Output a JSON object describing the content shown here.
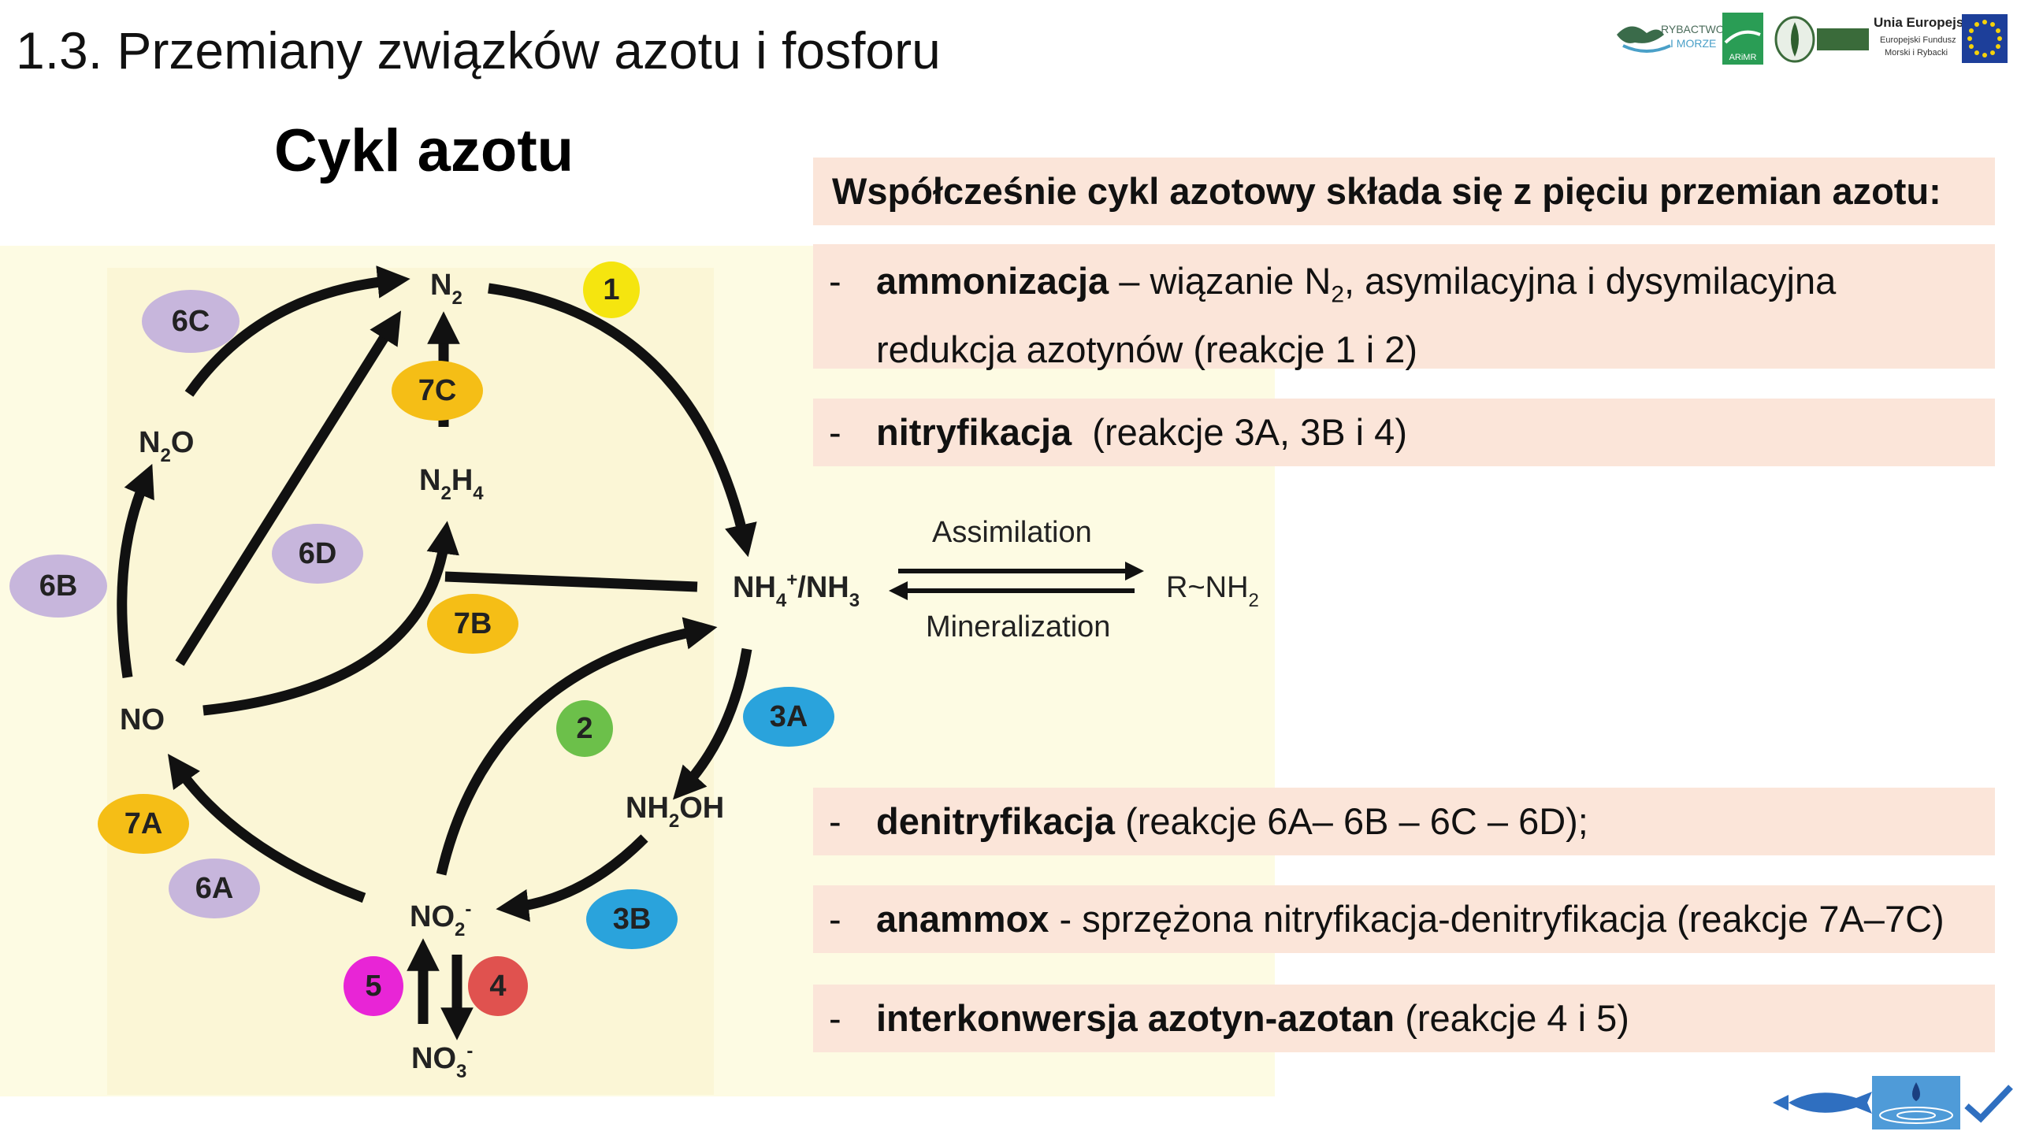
{
  "slide_title": "1.3. Przemiany związków azotu i fosforu",
  "diagram_title": "Cykl azotu",
  "header_text": "Współcześnie cykl azotowy składa się z pięciu przemian azotu:",
  "bullet_dash": "-",
  "items": [
    {
      "bold": "ammonizacja",
      "text_a": " – wiązanie N",
      "sub": "2",
      "text_b": ", asymilacyjna i dysymilacyjna",
      "line2": "redukcja azotynów (reakcje 1 i 2)"
    },
    {
      "bold": "nitryfikacja",
      "text": "  (reakcje 3A, 3B i 4)"
    },
    {
      "bold": "denitryfikacja",
      "text": " (reakcje 6A– 6B – 6C – 6D);"
    },
    {
      "bold": "anammox",
      "text": " - sprzężona nitryfikacja-denitryfikacja (reakcje 7A–7C)"
    },
    {
      "bold": "interkonwersja azotyn-azotan",
      "text": " (reakcje 4 i 5)"
    }
  ],
  "species": {
    "n2": {
      "main": "N",
      "sub": "2"
    },
    "n2o": {
      "main1": "N",
      "sub": "2",
      "main2": "O"
    },
    "n2h4": {
      "main1": "N",
      "sub1": "2",
      "main2": "H",
      "sub2": "4"
    },
    "nh4": {
      "main1": "NH",
      "sub1": "4",
      "sup": "+",
      "main2": "/NH",
      "sub2": "3"
    },
    "no": "NO",
    "nh2oh": {
      "main1": "NH",
      "sub": "2",
      "main2": "OH"
    },
    "no2": {
      "main": "NO",
      "sub": "2",
      "sup": "-"
    },
    "no3": {
      "main": "NO",
      "sub": "3",
      "sup": "-"
    },
    "rnh2": {
      "main": "R~NH",
      "sub": "2"
    }
  },
  "assimilation_label": "Assimilation",
  "mineralization_label": "Mineralization",
  "reactions": [
    {
      "id": "1",
      "label": "1",
      "color": "#f5e50f"
    },
    {
      "id": "2",
      "label": "2",
      "color": "#6cc04a"
    },
    {
      "id": "3A",
      "label": "3A",
      "color": "#2aa3dc"
    },
    {
      "id": "3B",
      "label": "3B",
      "color": "#2aa3dc"
    },
    {
      "id": "4",
      "label": "4",
      "color": "#e0524f"
    },
    {
      "id": "5",
      "label": "5",
      "color": "#e825d6"
    },
    {
      "id": "6A",
      "label": "6A",
      "color": "#c7b6dc"
    },
    {
      "id": "6B",
      "label": "6B",
      "color": "#c7b6dc"
    },
    {
      "id": "6C",
      "label": "6C",
      "color": "#c7b6dc"
    },
    {
      "id": "6D",
      "label": "6D",
      "color": "#c7b6dc"
    },
    {
      "id": "7A",
      "label": "7A",
      "color": "#f5be16"
    },
    {
      "id": "7B",
      "label": "7B",
      "color": "#f5be16"
    },
    {
      "id": "7C",
      "label": "7C",
      "color": "#f5be16"
    }
  ],
  "logos": {
    "rybactwo_line1": "RYBACTWO",
    "rybactwo_line2": "I MORZE",
    "arimr": "ARiMR",
    "eu_line1": "Unia Europejska",
    "eu_line2": "Europejski Fundusz",
    "eu_line3": "Morski i Rybacki"
  },
  "colors": {
    "box_bg": "#fbe5d9",
    "diagram_bg": "#fdfbe3",
    "arrow": "#111111"
  }
}
